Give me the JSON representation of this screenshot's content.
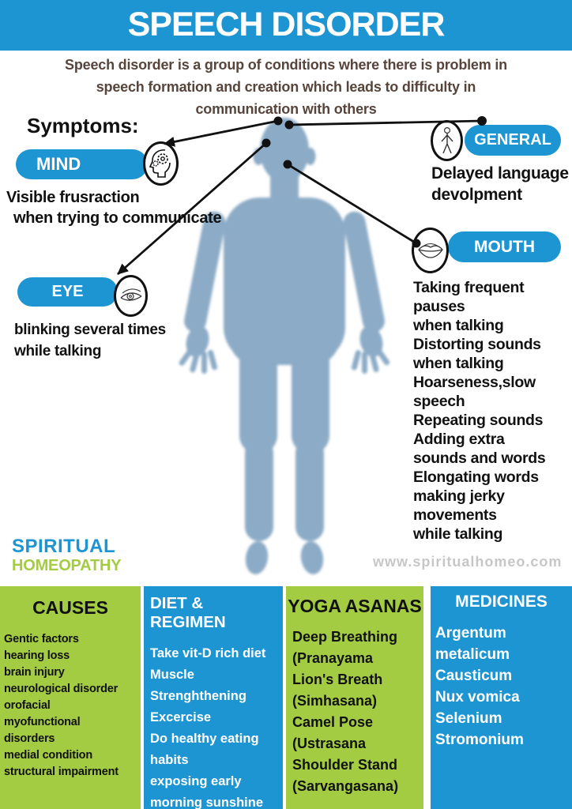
{
  "header": {
    "title": "SPEECH DISORDER"
  },
  "intro": {
    "lines": [
      "Speech disorder is a group of conditions where there is problem in",
      "speech formation and creation which leads to difficulty in",
      "communication with others"
    ]
  },
  "symptoms": {
    "heading": "Symptoms:",
    "callouts": {
      "mind": {
        "label": "MIND",
        "icon": "brain-gears-icon",
        "lines": [
          "Visible frusraction",
          "when trying to communicate"
        ]
      },
      "general": {
        "label": "GENERAL",
        "icon": "human-figure-icon",
        "lines": [
          "Delayed language",
          "devolpment"
        ]
      },
      "eye": {
        "label": "EYE",
        "icon": "eye-icon",
        "lines": [
          "blinking several times",
          "while talking"
        ]
      },
      "mouth": {
        "label": "MOUTH",
        "icon": "lips-icon",
        "lines": [
          "Taking frequent",
          "pauses",
          "when talking",
          "Distorting sounds",
          "when talking",
          "Hoarseness,slow",
          "speech",
          "Repeating sounds",
          "Adding extra",
          "sounds and words",
          "Elongating words",
          "making jerky",
          "movements",
          "while talking"
        ]
      }
    }
  },
  "branding": {
    "logo_line1": "SPIRITUAL",
    "logo_line2": "HOMEOPATHY",
    "website": "www.spiritualhomeo.com"
  },
  "columns": [
    {
      "heading": "CAUSES",
      "theme": "green",
      "items": [
        "Gentic factors",
        "hearing loss",
        "brain injury",
        "neurological disorder",
        "orofacial",
        "myofunctional",
        "disorders",
        "medial condition",
        "structural impairment"
      ]
    },
    {
      "heading": "DIET & REGIMEN",
      "theme": "blue",
      "items": [
        "Take vit-D rich diet",
        "Muscle",
        "Strenghthening",
        "Excercise",
        "Do healthy eating",
        "habits",
        "exposing early",
        "morning sunshine"
      ]
    },
    {
      "heading": "YOGA ASANAS",
      "theme": "green",
      "items": [
        "Deep Breathing",
        "(Pranayama",
        "Lion's Breath",
        "(Simhasana)",
        "Camel Pose",
        "(Ustrasana",
        "Shoulder Stand",
        "(Sarvangasana)"
      ]
    },
    {
      "heading": "MEDICINES",
      "theme": "blue",
      "items": [
        "Argentum",
        "metalicum",
        "Causticum",
        "Nux vomica",
        "Selenium",
        "Stromonium"
      ]
    }
  ],
  "colors": {
    "accent_blue": "#1d95d2",
    "accent_green": "#a4cc43",
    "body_silhouette": "#8cabc6",
    "intro_brown": "#57453c",
    "text_black": "#111111",
    "website_gray": "#c7c7c7"
  }
}
